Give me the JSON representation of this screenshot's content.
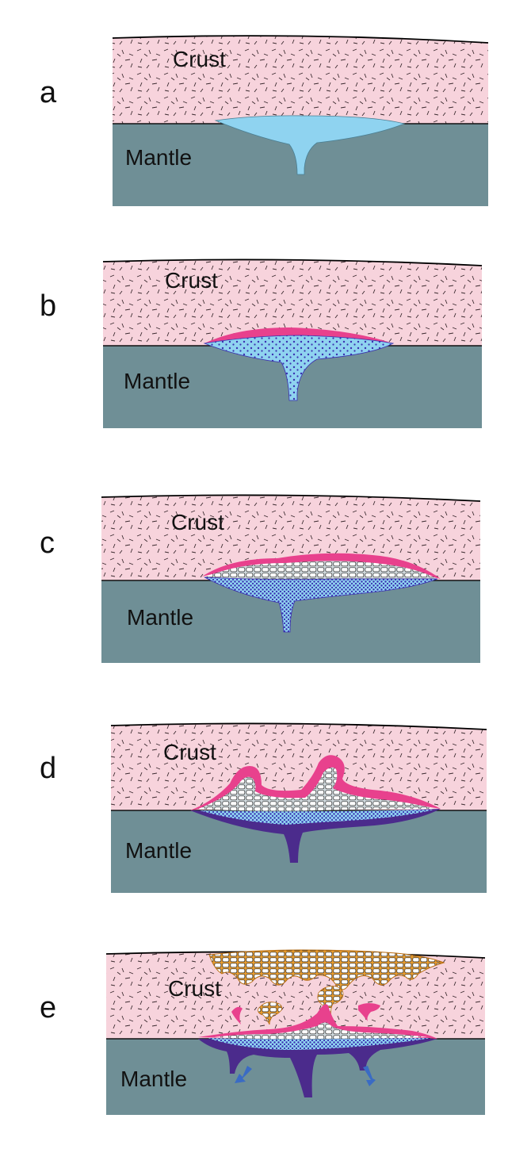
{
  "panels": [
    {
      "letter": "a",
      "crust_label": "Crust",
      "mantle_label": "Mantle"
    },
    {
      "letter": "b",
      "crust_label": "Crust",
      "mantle_label": "Mantle"
    },
    {
      "letter": "c",
      "crust_label": "Crust",
      "mantle_label": "Mantle"
    },
    {
      "letter": "d",
      "crust_label": "Crust",
      "mantle_label": "Mantle"
    },
    {
      "letter": "e",
      "crust_label": "Crust",
      "mantle_label": "Mantle"
    }
  ],
  "colors": {
    "crust": "#f7d3dc",
    "mantle": "#6f8f96",
    "magma_light": "#8fd3f0",
    "felsic_pink": "#e8418d",
    "mafic_purple": "#4b2b8c",
    "dots": "#3a2fb0",
    "orange": "#e79b2e",
    "arrow_blue": "#3a6bc4"
  }
}
